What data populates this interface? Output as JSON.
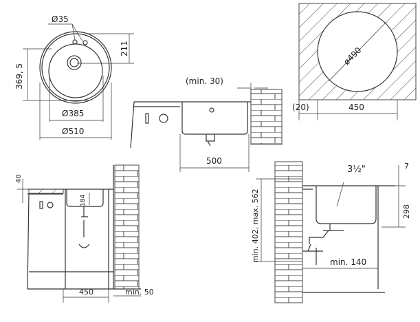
{
  "top_view": {
    "tap_hole": "Ø35",
    "drain_offset": "211",
    "bowl_depth": "369, 5",
    "bowl_diameter": "Ø385",
    "outer_diameter": "Ø510"
  },
  "side_view": {
    "min_gap": "(min. 30)",
    "width": "500"
  },
  "cutout": {
    "diameter": "ø490",
    "margin": "(20)",
    "width": "450"
  },
  "front_section": {
    "counter_thickness": "40",
    "bowl_depth": "184",
    "cabinet_width": "450",
    "wall_gap": "min. 50"
  },
  "side_section": {
    "drain_size": "3½\"",
    "rim": "7",
    "outlet_height": "min. 402, max. 562",
    "depth": "298",
    "wall_distance": "min. 140"
  }
}
